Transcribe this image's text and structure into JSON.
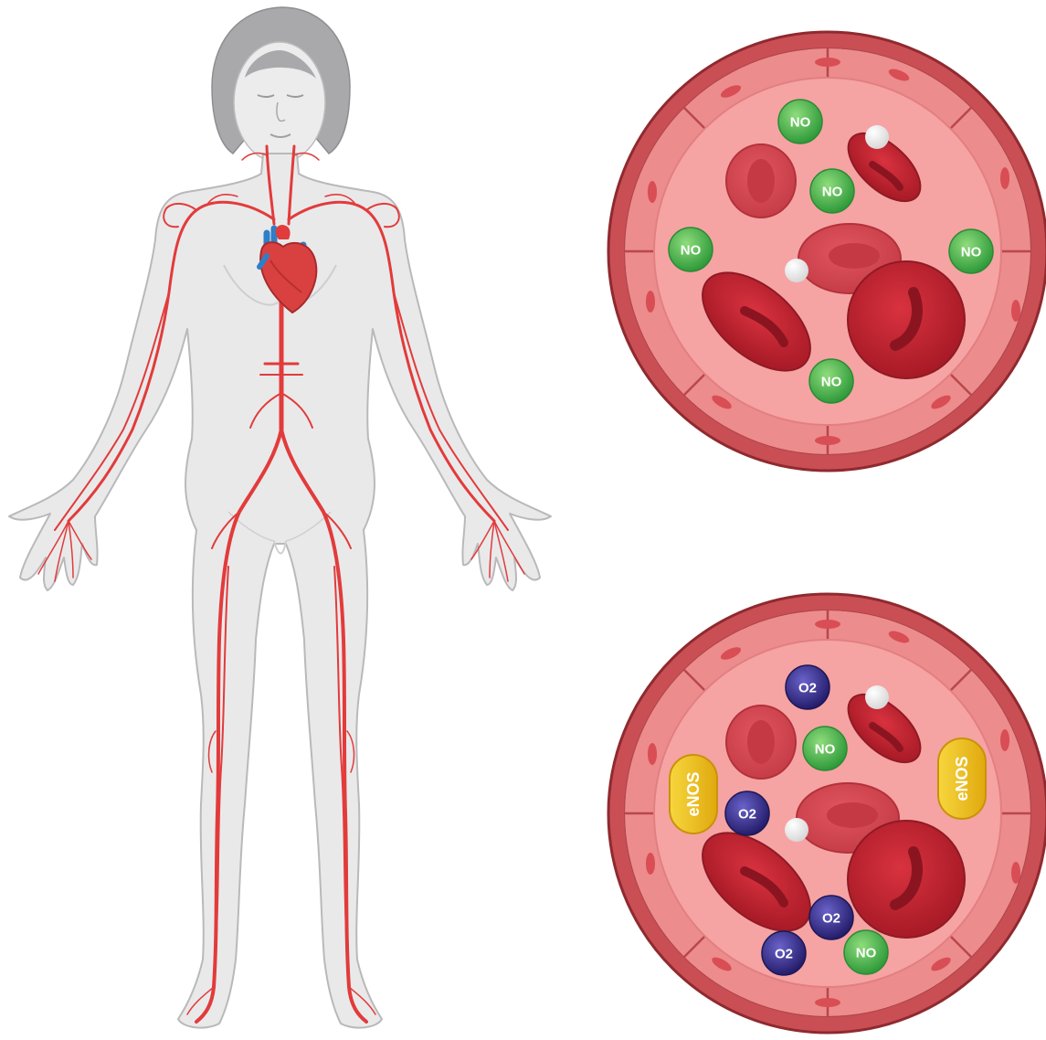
{
  "figure": {
    "body_illustration": {
      "subject": "female-body-with-arterial-system"
    },
    "vessels": [
      {
        "id": "vessel-top",
        "molecules": [
          {
            "label": "NO",
            "kind": "no"
          },
          {
            "label": "NO",
            "kind": "no"
          },
          {
            "label": "NO",
            "kind": "no"
          },
          {
            "label": "NO",
            "kind": "no"
          },
          {
            "label": "NO",
            "kind": "no"
          }
        ]
      },
      {
        "id": "vessel-bottom",
        "molecules": [
          {
            "label": "O2",
            "kind": "o2"
          },
          {
            "label": "NO",
            "kind": "no"
          },
          {
            "label": "O2",
            "kind": "o2"
          },
          {
            "label": "O2",
            "kind": "o2"
          },
          {
            "label": "O2",
            "kind": "o2"
          },
          {
            "label": "NO",
            "kind": "no"
          }
        ],
        "enzymes": [
          {
            "label": "eNOS"
          },
          {
            "label": "eNOS"
          }
        ]
      }
    ]
  },
  "colors": {
    "artery": "#e23b3b",
    "vein": "#2f7fc8",
    "body_fill": "#e9e9ea",
    "body_outline": "#b9b9bc",
    "vessel_wall": "#c94f55",
    "vessel_lumen": "#f6a3a3",
    "red_cell": "#c0232f",
    "no_molecule": "#4caf50",
    "o2_molecule": "#2e2a7a",
    "enos": "#f2c21b"
  }
}
